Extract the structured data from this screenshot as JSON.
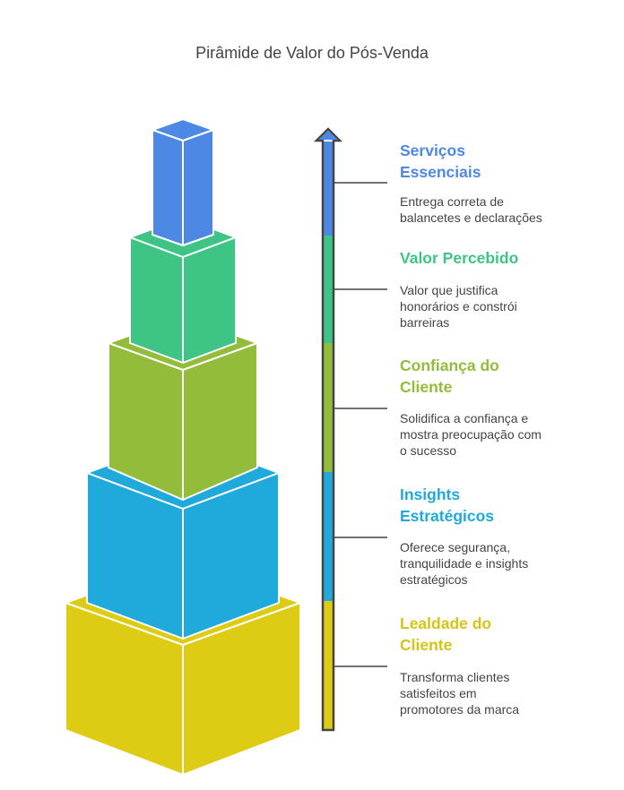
{
  "title": "Pirâmide de Valor do Pós-Venda",
  "levels": [
    {
      "title_l1": "Serviços",
      "title_l2": "Essenciais",
      "desc": [
        "Entrega correta de",
        "balancetes e declarações"
      ],
      "color": "#4E88E5"
    },
    {
      "title_l1": "Valor Percebido",
      "title_l2": "",
      "desc": [
        "Valor que justifica",
        "honorários e constrói",
        "barreiras"
      ],
      "color": "#3EC484"
    },
    {
      "title_l1": "Confiança do",
      "title_l2": "Cliente",
      "desc": [
        "Solidifica a confiança e",
        "mostra preocupação com",
        "o sucesso"
      ],
      "color": "#93BC3A"
    },
    {
      "title_l1": "Insights",
      "title_l2": "Estratégicos",
      "desc": [
        "Oferece segurança,",
        "tranquilidade e insights",
        "estratégicos"
      ],
      "color": "#1FAADB"
    },
    {
      "title_l1": "Lealdade do",
      "title_l2": "Cliente",
      "desc": [
        "Transforma clientes",
        "satisfeitos em",
        "promotores da marca"
      ],
      "color": "#DDCB14"
    }
  ]
}
